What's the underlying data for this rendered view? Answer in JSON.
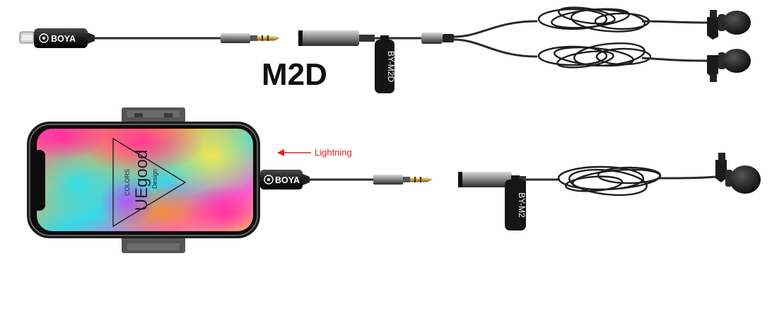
{
  "top_set": {
    "brand": "BOYA",
    "model_title": "M2D",
    "tag": "BY-M2D"
  },
  "bottom_set": {
    "brand": "BOYA",
    "tag": "BY-M2",
    "callout": "Lightning",
    "callout_color": "#e0201e"
  },
  "phone_screen": {
    "lines": [
      "COLORS",
      "UEgood",
      "Design"
    ]
  }
}
